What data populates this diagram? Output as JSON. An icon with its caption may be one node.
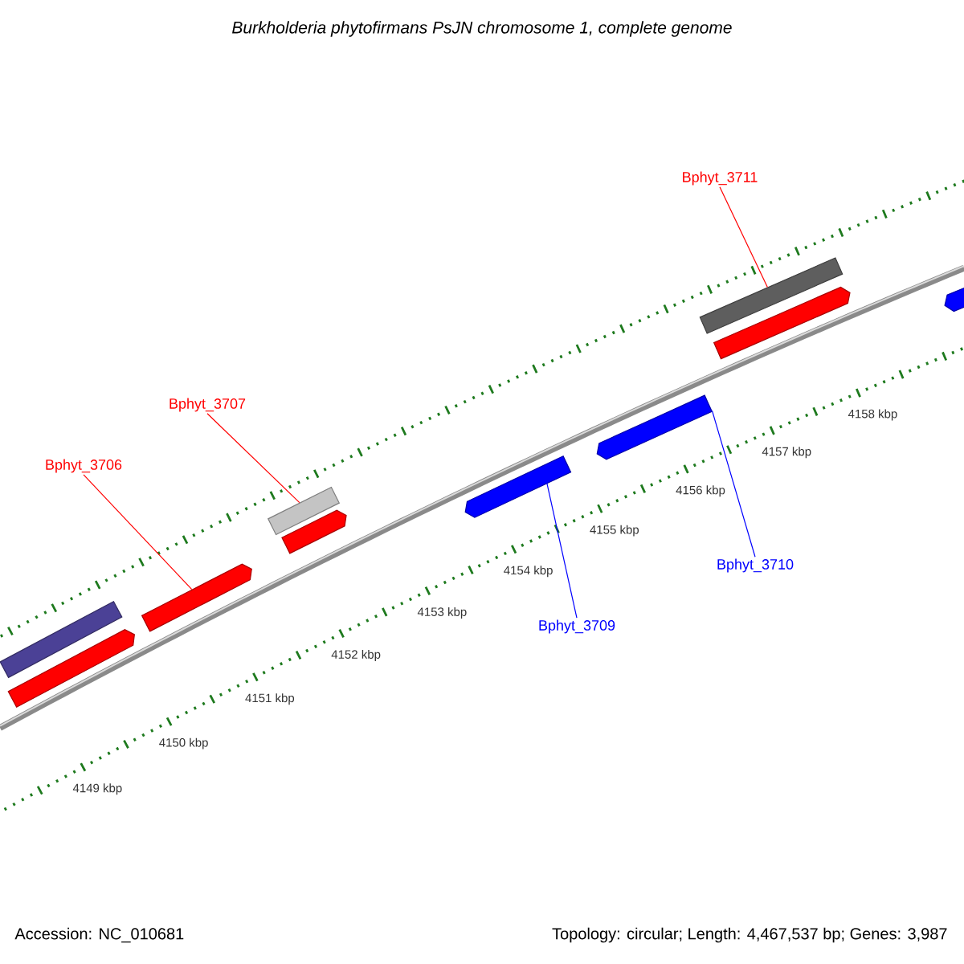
{
  "diagram": {
    "title": "Burkholderia phytofirmans PsJN chromosome 1, complete genome",
    "nodes": [
      {
        "text": [
          "Bphyt_3711"
        ]
      },
      {
        "text": [
          "Bphyt_3707"
        ]
      },
      {
        "text": [
          "Bphyt_3706"
        ]
      },
      {
        "text": [
          "Bphyt_3710"
        ]
      },
      {
        "text": [
          "Bphyt_3709"
        ]
      },
      {
        "text": [],
        "shape": "box"
      },
      {
        "text": [],
        "shape": "bar"
      },
      {
        "text": [],
        "shape": "bar"
      },
      {
        "text": [],
        "shape": "box"
      },
      {
        "text": [],
        "shape": "bar"
      },
      {
        "text": [],
        "shape": "bar"
      },
      {
        "text": [],
        "shape": "bar"
      },
      {
        "text": [],
        "shape": "box"
      },
      {
        "text": [],
        "shape": "bar"
      },
      {
        "text": [],
        "shape": "bar"
      }
    ],
    "edges": [
      {
        "from": 0,
        "to": 12,
        "arrow": "none"
      },
      {
        "from": 1,
        "to": 8,
        "arrow": "none"
      },
      {
        "from": 2,
        "to": 7,
        "arrow": "none"
      },
      {
        "from": 3,
        "to": 11,
        "arrow": "none",
        "color": "#0000ff"
      },
      {
        "from": 4,
        "to": 10,
        "arrow": "none",
        "color": "#0000ff"
      }
    ],
    "labels": [
      "4149 kbp",
      "4150 kbp",
      "4151 kbp",
      "4152 kbp",
      "4153 kbp",
      "4154 kbp",
      "4155 kbp",
      "4156 kbp",
      "4157 kbp",
      "4158 kbp",
      "Accession: NC_010681",
      "Topology: circular; Length: 4,467,537 bp; Genes: 3,987"
    ]
  }
}
